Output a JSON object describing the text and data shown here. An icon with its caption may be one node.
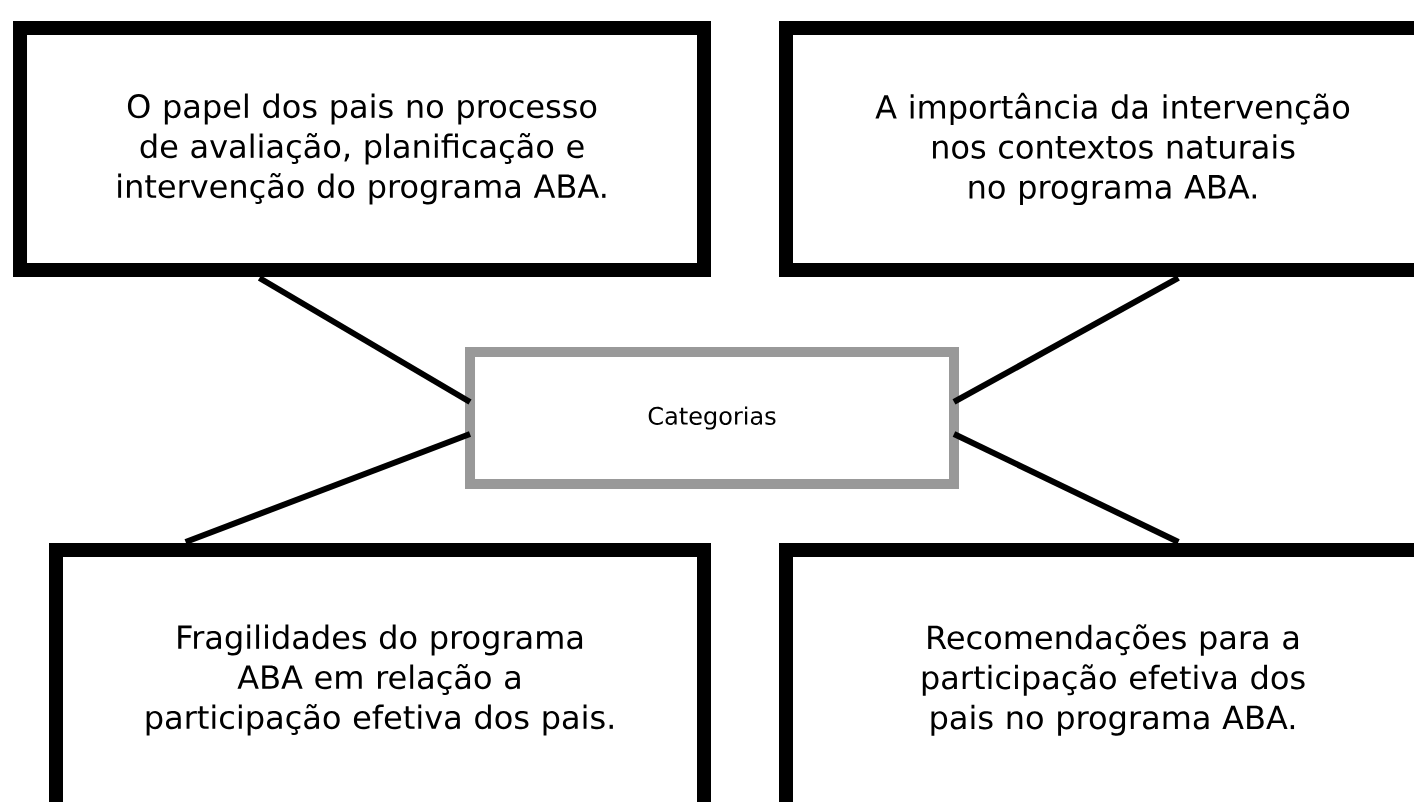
{
  "diagram": {
    "nodes": [
      {
        "text": [
          "O papel dos pais no processo de avaliação, planificação e intervenção do programa ABA."
        ]
      },
      {
        "text": [
          "A importância da intervenção nos contextos naturais no programa ABA."
        ]
      },
      {
        "text": [
          "Categorias"
        ]
      },
      {
        "text": [
          "Fragilidades do programa ABA em relação a participação efetiva dos pais."
        ]
      },
      {
        "text": [
          "Recomendações para a participação efetiva dos pais no programa ABA."
        ]
      }
    ],
    "edges": [
      {
        "from": 2,
        "to": 0,
        "arrow": "none"
      },
      {
        "from": 2,
        "to": 1,
        "arrow": "none"
      },
      {
        "from": 2,
        "to": 3,
        "arrow": "none"
      },
      {
        "from": 2,
        "to": 4,
        "arrow": "none"
      }
    ]
  }
}
